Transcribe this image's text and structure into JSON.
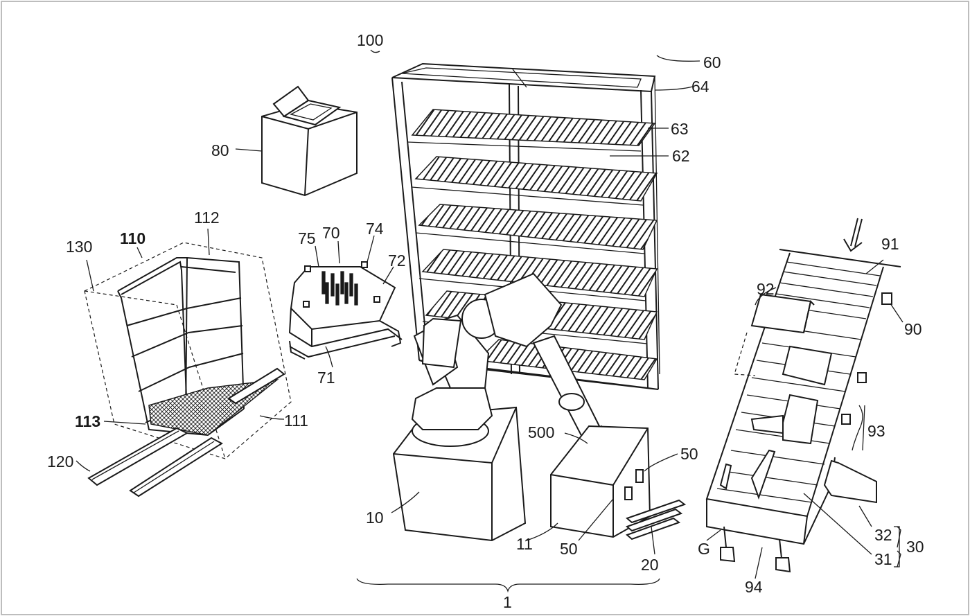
{
  "labels": {
    "system": "100",
    "rack": "60",
    "rack_frame": "64",
    "rack_shelf": "63",
    "rack_slot": "62",
    "computer": "80",
    "cart_box": "130",
    "cart_frame": "110",
    "cart_top": "112",
    "cart_base": "111",
    "cart_side": "113",
    "cart_forks": "120",
    "tray_pins": "75",
    "tray": "70",
    "tray_marker": "74",
    "tray_edge": "72",
    "tray_base": "71",
    "robot_base": "10",
    "controller_box": "11",
    "hand": "500",
    "sensor_top": "50",
    "sensor_bottom": "50",
    "box_forks": "20",
    "robot_system": "1",
    "conveyor_arrow": "91",
    "conveyor_top_box": "92",
    "conveyor_sensor": "90",
    "conveyor_zone": "93",
    "conveyor_rail_upper": "32",
    "conveyor_rail_lower": "31",
    "conveyor_group": "30",
    "conveyor_g": "G",
    "conveyor_leg": "94"
  }
}
